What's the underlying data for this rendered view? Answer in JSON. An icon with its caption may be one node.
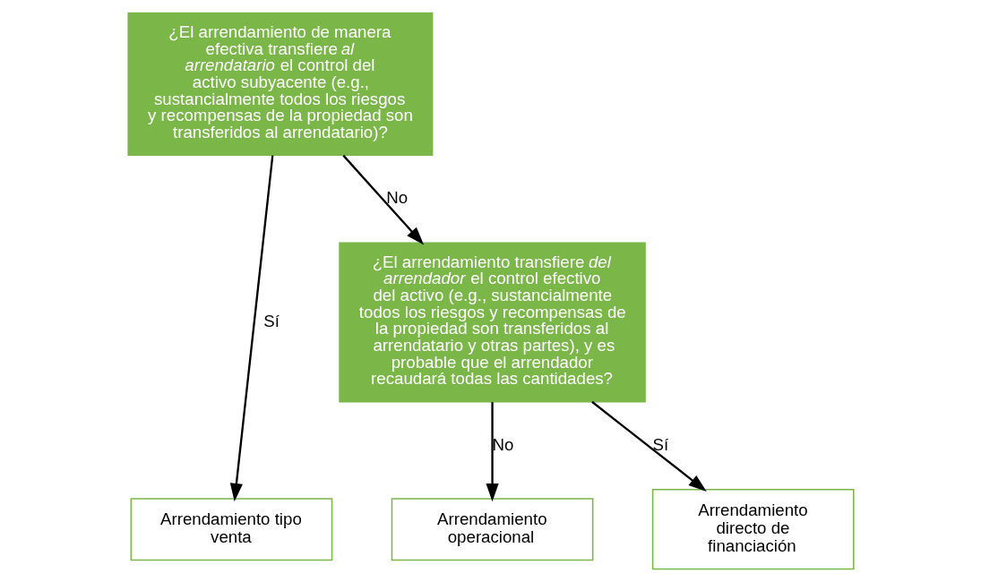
{
  "diagram": {
    "nodes": [
      {
        "text": [
          "¿El arrendamiento de manera efectiva transfiere *al arrendatario* el control del activo subyacente (e.g., sustancialmente todos los riesgos y recompensas de la propiedad son transferidos al arrendatario)?"
        ]
      },
      {
        "text": [
          "¿El arrendamiento transfiere *del arrendador* el control efectivo del activo (e.g., sustancialmente todos los riesgos y recompensas de la propiedad son transferidos al arrendatario y otras partes), y es probable que el arrendador recaudará todas las cantidades?"
        ]
      },
      {
        "text": [
          "Arrendamiento tipo venta"
        ]
      },
      {
        "text": [
          "Arrendamiento directo de financiación"
        ]
      },
      {
        "text": [
          "Arrendamiento operacional"
        ]
      }
    ],
    "edges": [
      {
        "from": 0,
        "to": 2,
        "arrow": "to",
        "label": "Sí"
      },
      {
        "from": 0,
        "to": 1,
        "arrow": "to",
        "label": "No"
      },
      {
        "from": 1,
        "to": 3,
        "arrow": "to",
        "label": "Sí"
      },
      {
        "from": 1,
        "to": 4,
        "arrow": "to",
        "label": "No"
      }
    ]
  }
}
